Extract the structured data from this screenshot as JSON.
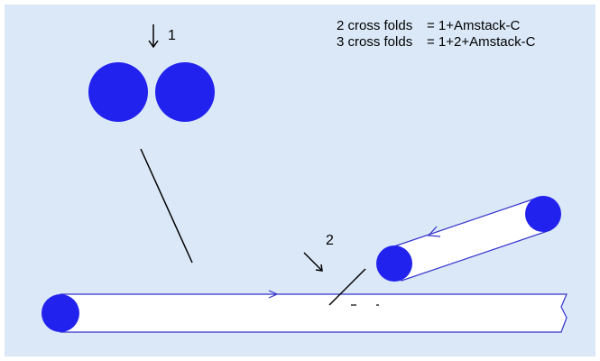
{
  "legend": {
    "rows": [
      {
        "left": "2 cross folds",
        "right": "= 1+Amstack-C"
      },
      {
        "left": "3 cross folds",
        "right": "= 1+2+Amstack-C"
      }
    ]
  },
  "labels": {
    "fold1": "1",
    "fold2": "2"
  },
  "colors": {
    "panel_background": "#dbe8f7",
    "roller_fill": "#2222ee",
    "web_outline": "#3333cc",
    "web_fill": "#ffffff",
    "line": "#000000"
  }
}
